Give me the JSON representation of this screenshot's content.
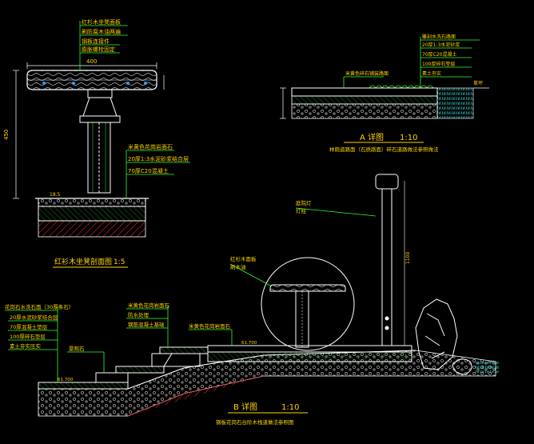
{
  "colors": {
    "background": "#000000",
    "leader": "#30ff30",
    "text": "#ffd400",
    "outline": "#ffffff",
    "dim": "#00e0ff",
    "hatch": "#ff3030"
  },
  "seat_detail": {
    "title": "红衫木坐凳剖面图",
    "scale": "1:5",
    "notes_top": [
      "红杉木坐凳面板",
      "刷防腐木油两遍",
      "钢板连接件",
      "膨胀螺栓固定"
    ],
    "notes_base": [
      "米黄色花岗岩面石",
      "20厚1:3水泥砂浆结合层",
      "70厚C20混凝土"
    ],
    "dim_top": "400",
    "dim_height": "450",
    "dim_base": "18.5"
  },
  "detail_a": {
    "title": "A 详图",
    "scale": "1:10",
    "subtitle": "林荫道路面（石质路面）碎石道路做法参照做法",
    "notes": [
      "雕刻水洗石路面",
      "20厚1:3水泥砂浆",
      "70厚C20混凝土",
      "100厚碎石垫层",
      "素土夯实"
    ],
    "left_note": "米黄色碎石铺装路面",
    "right_label": "草坪"
  },
  "detail_b": {
    "title": "B 详图",
    "scale": "1:10",
    "subtitle": "钢板花岗石台阶木栈道做法参照图",
    "notes_left": [
      "花岗石水洗石面（30厚条石）",
      "20厚水泥砂浆结合层",
      "70厚混凝土垫层",
      "100厚碎石垫层",
      "素土夯实压实"
    ],
    "notes_mid": [
      "米黄色花岗岩面石",
      "防水处理",
      "钢筋混凝土基础"
    ],
    "note_step": "米黄色花岗岩面石",
    "note_stone": "景观石",
    "note_lamp": [
      "红杉木面板",
      "刷木油"
    ],
    "note_pole": [
      "庭院灯",
      "灯柱"
    ],
    "dim_left": "61.700",
    "dim_right": "61.700",
    "dim_pole": "1100"
  }
}
